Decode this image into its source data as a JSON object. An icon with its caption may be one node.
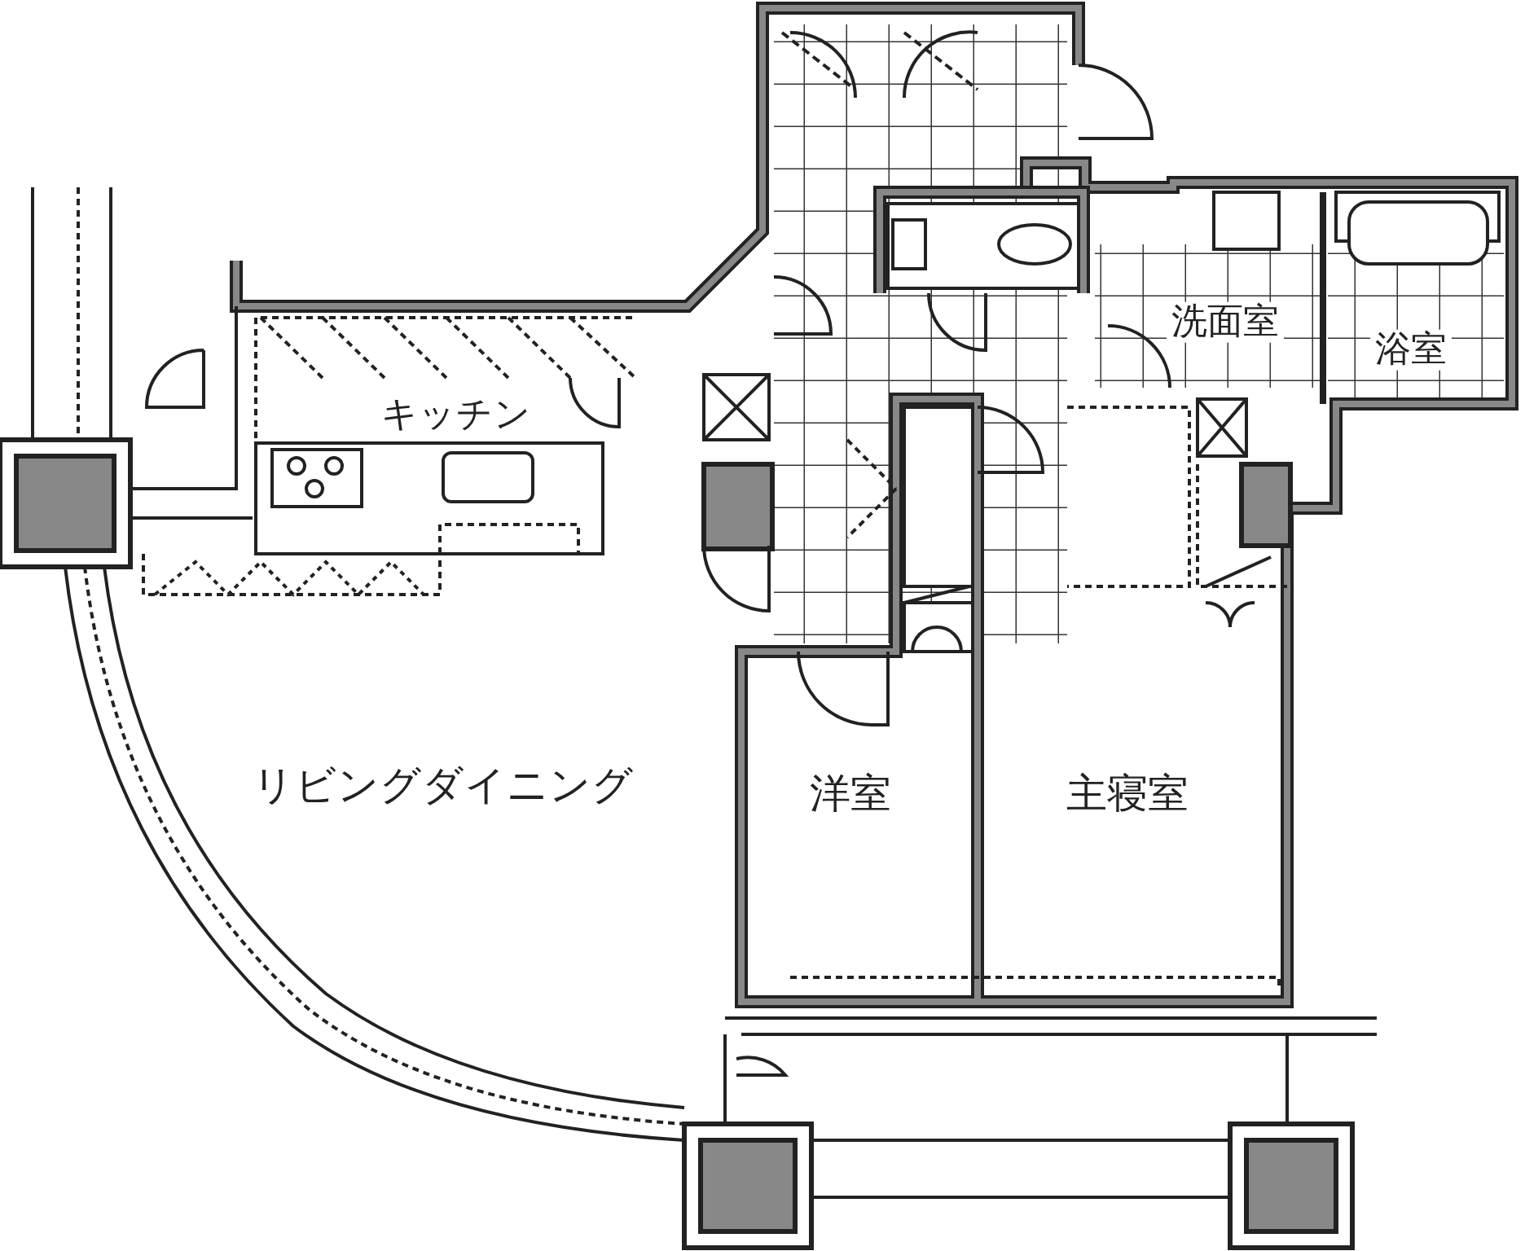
{
  "diagram": {
    "labels": [
      "キッチン",
      "洗面室",
      "浴室",
      "リビングダイニング",
      "洋室",
      "主寝室"
    ]
  }
}
